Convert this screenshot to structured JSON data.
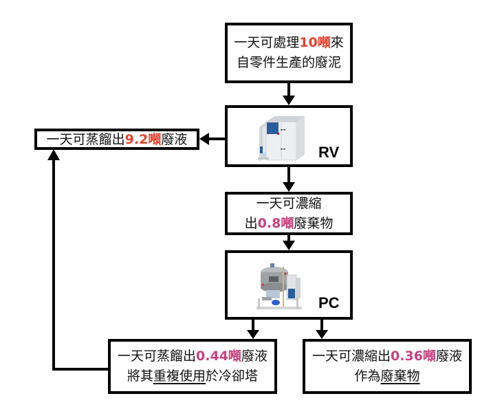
{
  "colors": {
    "highlight_red": "#e8412d",
    "highlight_pink": "#c8407f",
    "stroke": "#000000"
  },
  "nodes": {
    "input": {
      "line1_pre": "一天可處理",
      "line1_value": "10噸",
      "line1_post": "來",
      "line2": "自零件生產的廢泥"
    },
    "rv": {
      "label": "RV",
      "image": "rv-evaporator-machine-illustration"
    },
    "distillate_rv": {
      "pre": "一天可蒸餾出",
      "value": "9.2噸",
      "post": "廢液"
    },
    "concentrate_rv": {
      "line1": "一天可濃縮",
      "line2_pre": "出",
      "line2_value": "0.8噸",
      "line2_post": "廢棄物"
    },
    "pc": {
      "label": "PC",
      "image": "pc-concentrator-machine-illustration"
    },
    "distillate_pc": {
      "line1_pre": "一天可蒸餾出",
      "line1_value": "0.44噸",
      "line1_post": "廢液",
      "line2_pre": "將其",
      "line2_underlined": "重複使用",
      "line2_post": "於冷卻塔"
    },
    "concentrate_pc": {
      "line1_pre": "一天可濃縮出",
      "line1_value": "0.36噸",
      "line1_post": "廢液",
      "line2_pre": "作為",
      "line2_underlined": "廢棄物"
    }
  },
  "edges": [
    {
      "from": "input",
      "to": "rv"
    },
    {
      "from": "rv",
      "to": "distillate_rv"
    },
    {
      "from": "rv",
      "to": "concentrate_rv"
    },
    {
      "from": "concentrate_rv",
      "to": "pc"
    },
    {
      "from": "pc",
      "to": "distillate_pc"
    },
    {
      "from": "pc",
      "to": "concentrate_pc"
    },
    {
      "from": "distillate_pc",
      "to": "distillate_rv"
    }
  ]
}
